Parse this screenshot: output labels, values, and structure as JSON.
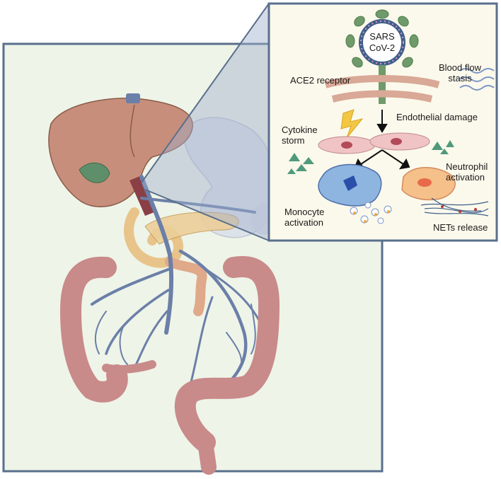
{
  "virus": {
    "line1": "SARS",
    "line2": "CoV-2"
  },
  "labels": {
    "ace2": "ACE2 receptor",
    "blood_flow_1": "Blood flow",
    "blood_flow_2": "stasis",
    "endothelial": "Endothelial damage",
    "cytokine_1": "Cytokine",
    "cytokine_2": "storm",
    "neutrophil_1": "Neutrophil",
    "neutrophil_2": "activation",
    "monocyte_1": "Monocyte",
    "monocyte_2": "activation",
    "nets": "NETs release"
  },
  "colors": {
    "panel_border": "#5a6f8c",
    "inset_bg": "#fbf9ec",
    "anatomy_bg": "#eef4e8",
    "liver": "#c78f7b",
    "colon": "#c98a8a",
    "vessel": "#6b7fa8",
    "stomach": "#d9dde8",
    "pancreas": "#e8c48a",
    "virus_spike": "#6f9a6a",
    "virus_ring": "#3e5f8a",
    "monocyte": "#8eb4e0",
    "neutrophil": "#f5c08a",
    "endothelial_cell": "#f0c4c4",
    "bolt": "#f2c744"
  }
}
